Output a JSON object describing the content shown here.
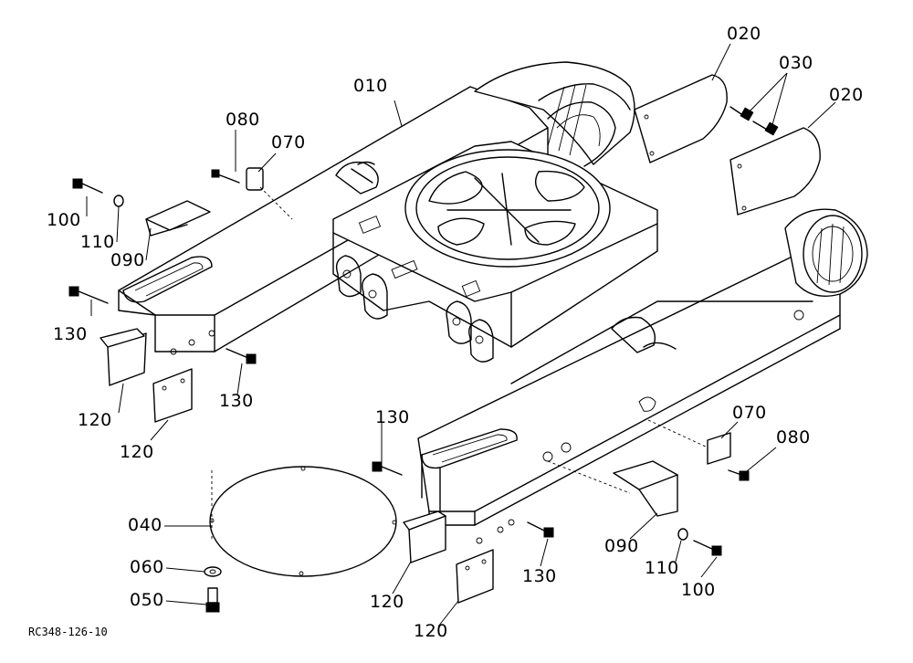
{
  "drawing_code": "RC348-126-10",
  "callouts": {
    "p010": "010",
    "p020a": "020",
    "p020b": "020",
    "p030": "030",
    "p040": "040",
    "p050": "050",
    "p060": "060",
    "p070a": "070",
    "p070b": "070",
    "p080a": "080",
    "p080b": "080",
    "p090a": "090",
    "p090b": "090",
    "p100a": "100",
    "p100b": "100",
    "p110a": "110",
    "p110b": "110",
    "p120a": "120",
    "p120b": "120",
    "p120c": "120",
    "p120d": "120",
    "p130a": "130",
    "p130b": "130",
    "p130c": "130",
    "p130d": "130"
  }
}
